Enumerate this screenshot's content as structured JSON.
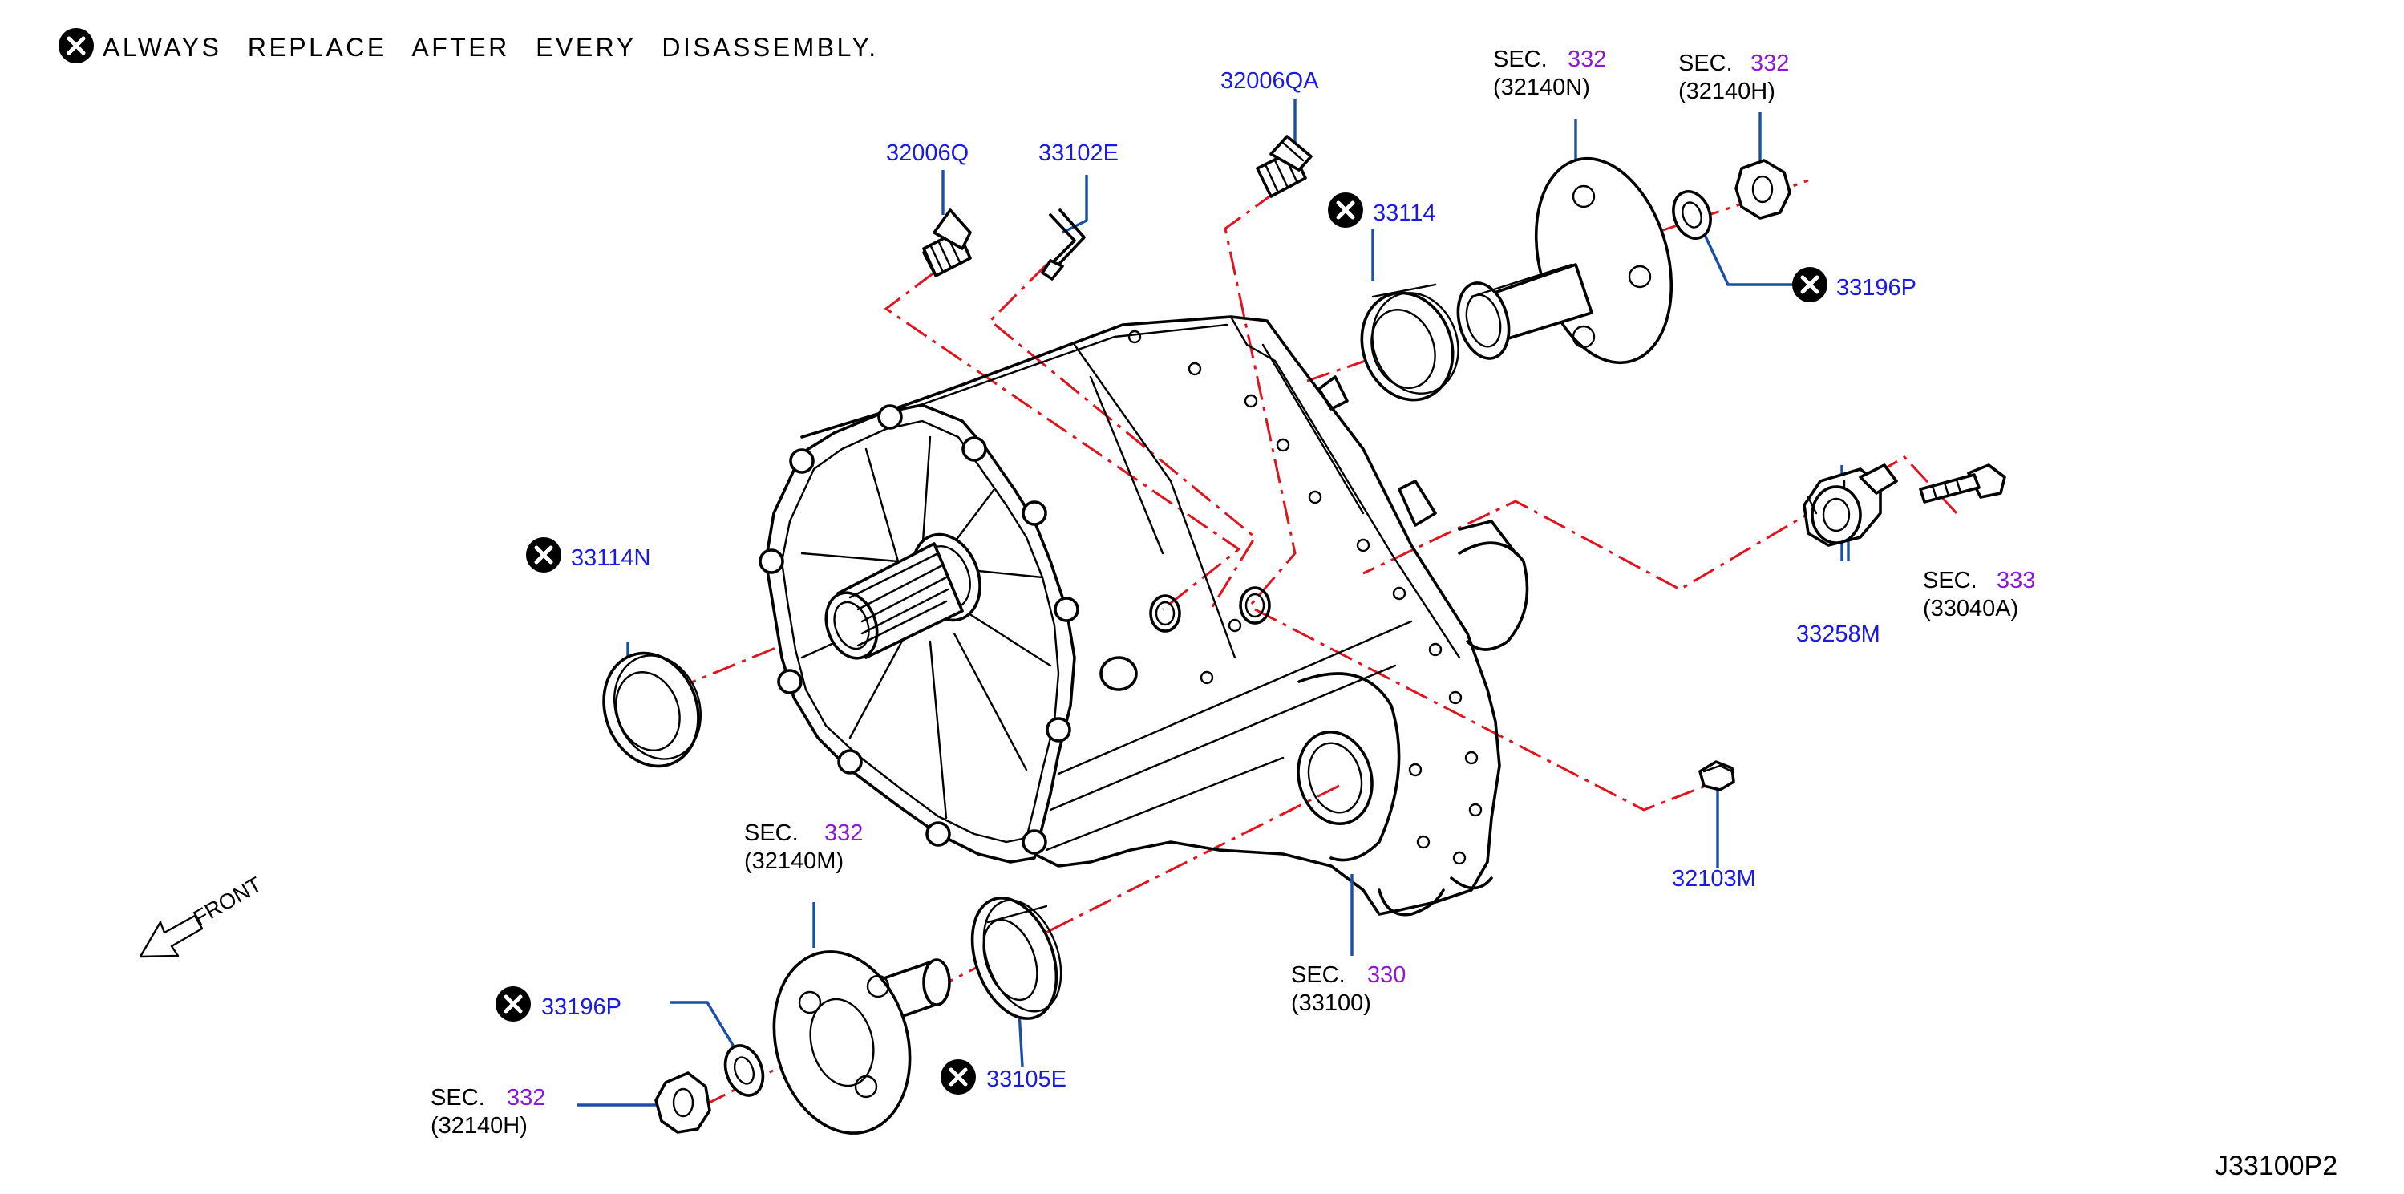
{
  "colors": {
    "part_number": "#1a1ae6",
    "section_number": "#8b1ad6",
    "leader": "#1b4fa3",
    "centerline": "#e0141e",
    "drawing": "#000000"
  },
  "note": {
    "icon": "x-circle-icon",
    "text": "ALWAYS REPLACE AFTER EVERY DISASSEMBLY."
  },
  "front_arrow": {
    "icon": "front-arrow-icon",
    "label": "FRONT"
  },
  "diagram_id": "J33100P2",
  "callouts": {
    "p32006Q": {
      "number": "32006Q"
    },
    "p33102E": {
      "number": "33102E"
    },
    "p32006QA": {
      "number": "32006QA"
    },
    "p33114": {
      "number": "33114",
      "replace": true
    },
    "p33196P_top": {
      "number": "33196P",
      "replace": true
    },
    "p33114N": {
      "number": "33114N",
      "replace": true
    },
    "p33258M": {
      "number": "33258M"
    },
    "p32103M": {
      "number": "32103M"
    },
    "p33196P_bottom": {
      "number": "33196P",
      "replace": true
    },
    "p33105E": {
      "number": "33105E",
      "replace": true
    }
  },
  "sections": {
    "s32140N": {
      "prefix": "SEC.",
      "section": "332",
      "code": "(32140N)"
    },
    "s32140H_top": {
      "prefix": "SEC.",
      "section": "332",
      "code": "(32140H)"
    },
    "s33040A": {
      "prefix": "SEC.",
      "section": "333",
      "code": "(33040A)"
    },
    "s32140M": {
      "prefix": "SEC.",
      "section": "332",
      "code": "(32140M)"
    },
    "s33100": {
      "prefix": "SEC.",
      "section": "330",
      "code": "(33100)"
    },
    "s32140H_bottom": {
      "prefix": "SEC.",
      "section": "332",
      "code": "(32140H)"
    }
  }
}
